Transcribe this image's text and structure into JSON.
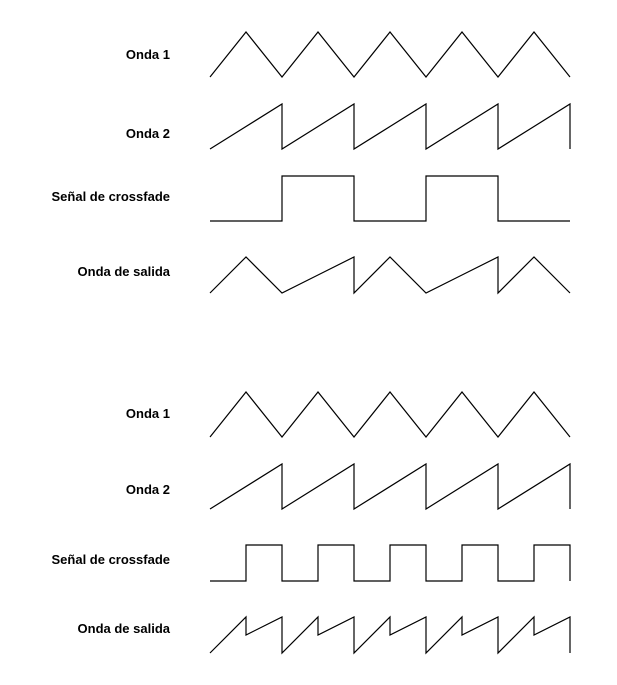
{
  "panels": [
    {
      "labels": [
        "Onda 1",
        "Onda 2",
        "Señal de crossfade",
        "Onda de salida"
      ],
      "periods": 5,
      "crossfade_periods_per_cycle": 2,
      "crossfade_start": "low"
    },
    {
      "labels": [
        "Onda 1",
        "Onda 2",
        "Señal de crossfade",
        "Onda de salida"
      ],
      "periods": 5,
      "crossfade_periods_per_cycle": 1,
      "crossfade_start": "low"
    }
  ],
  "colors": {
    "line": "#000000",
    "background": "#ffffff"
  }
}
